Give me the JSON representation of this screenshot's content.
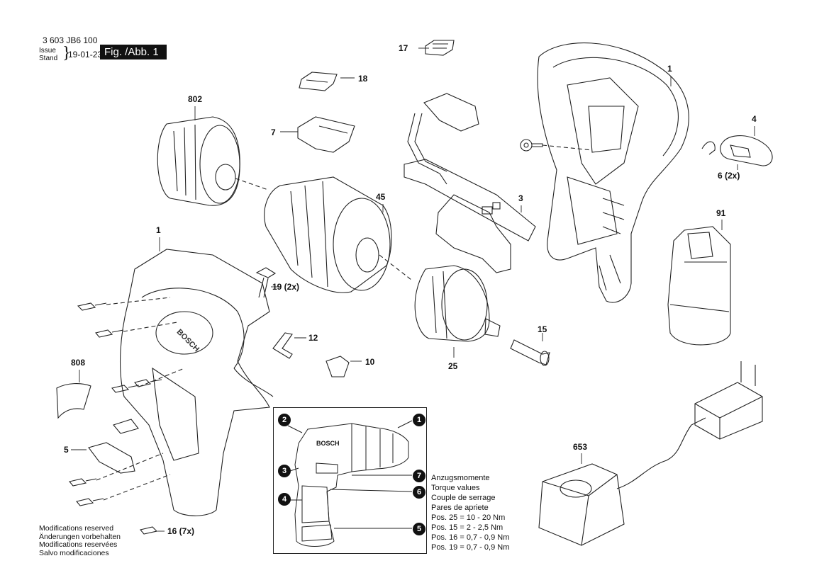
{
  "header": {
    "part_code": "3 603 JB6 100",
    "issue_label": "Issue",
    "stand_label": "Stand",
    "date": "19-01-23",
    "figure_label": "Fig. /Abb. 1"
  },
  "callouts": {
    "c1_top": "1",
    "c1_left": "1",
    "c3": "3",
    "c4": "4",
    "c5": "5",
    "c6": "6 (2x)",
    "c7": "7",
    "c10": "10",
    "c12": "12",
    "c15": "15",
    "c16": "16 (7x)",
    "c17": "17",
    "c18": "18",
    "c19": "19 (2x)",
    "c25": "25",
    "c45": "45",
    "c91": "91",
    "c653": "653",
    "c802": "802",
    "c808": "808"
  },
  "inset": {
    "badges": [
      "1",
      "2",
      "3",
      "4",
      "5",
      "6",
      "7"
    ],
    "brand_text": "BOSCH"
  },
  "torque": {
    "lines": [
      "Anzugsmomente",
      "Torque values",
      "Couple de serrage",
      "Pares de apriete",
      "Pos. 25 = 10 - 20 Nm",
      "Pos. 15 = 2 - 2,5 Nm",
      "Pos. 16 = 0,7 - 0,9 Nm",
      "Pos. 19 = 0,7 - 0,9 Nm"
    ]
  },
  "notes": {
    "lines": [
      "Modifications reserved",
      "Änderungen vorbehalten",
      "Modifications reservées",
      "Salvo modificaciones"
    ]
  },
  "housing_brand": "BOSCH"
}
